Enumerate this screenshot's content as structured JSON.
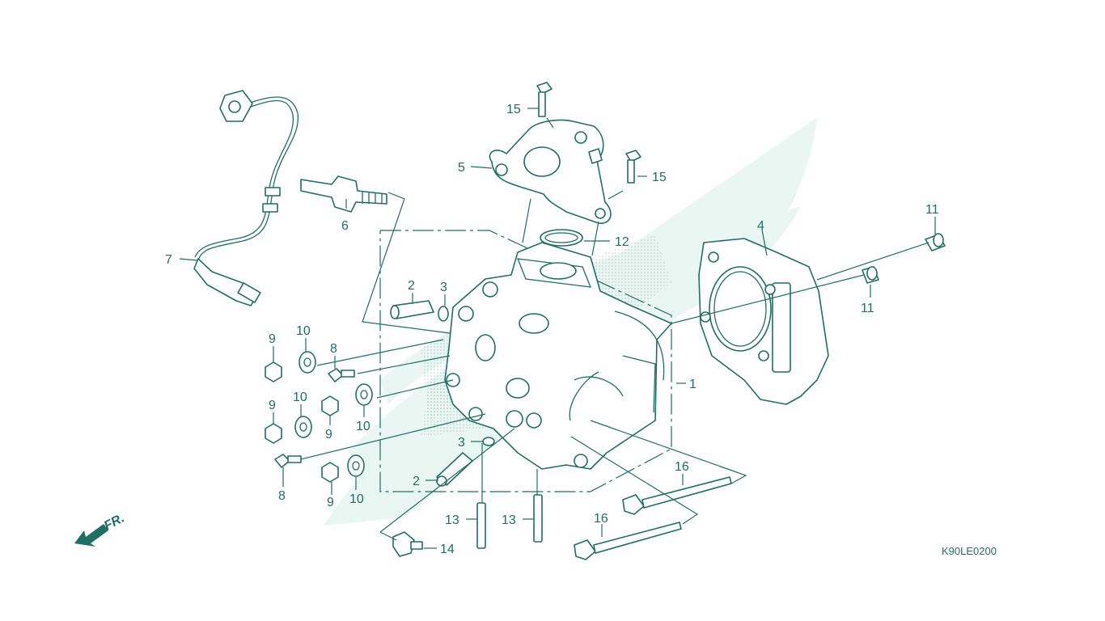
{
  "diagram": {
    "drawing_code": "K90LE0200",
    "front_marker": "FR.",
    "colors": {
      "line": "#1f6f62",
      "watermark": "#d8efe6",
      "shade": "#a9c9be"
    },
    "callouts": [
      {
        "id": "c1",
        "text": "1"
      },
      {
        "id": "c2a",
        "text": "2"
      },
      {
        "id": "c2b",
        "text": "2"
      },
      {
        "id": "c3a",
        "text": "3"
      },
      {
        "id": "c3b",
        "text": "3"
      },
      {
        "id": "c4",
        "text": "4"
      },
      {
        "id": "c5",
        "text": "5"
      },
      {
        "id": "c6",
        "text": "6"
      },
      {
        "id": "c7",
        "text": "7"
      },
      {
        "id": "c8a",
        "text": "8"
      },
      {
        "id": "c8b",
        "text": "8"
      },
      {
        "id": "c9a",
        "text": "9"
      },
      {
        "id": "c9b",
        "text": "9"
      },
      {
        "id": "c9c",
        "text": "9"
      },
      {
        "id": "c9d",
        "text": "9"
      },
      {
        "id": "c10a",
        "text": "10"
      },
      {
        "id": "c10b",
        "text": "10"
      },
      {
        "id": "c10c",
        "text": "10"
      },
      {
        "id": "c10d",
        "text": "10"
      },
      {
        "id": "c11a",
        "text": "11"
      },
      {
        "id": "c11b",
        "text": "11"
      },
      {
        "id": "c12",
        "text": "12"
      },
      {
        "id": "c13a",
        "text": "13"
      },
      {
        "id": "c13b",
        "text": "13"
      },
      {
        "id": "c14",
        "text": "14"
      },
      {
        "id": "c15a",
        "text": "15"
      },
      {
        "id": "c15b",
        "text": "15"
      },
      {
        "id": "c16a",
        "text": "16"
      },
      {
        "id": "c16b",
        "text": "16"
      }
    ]
  }
}
